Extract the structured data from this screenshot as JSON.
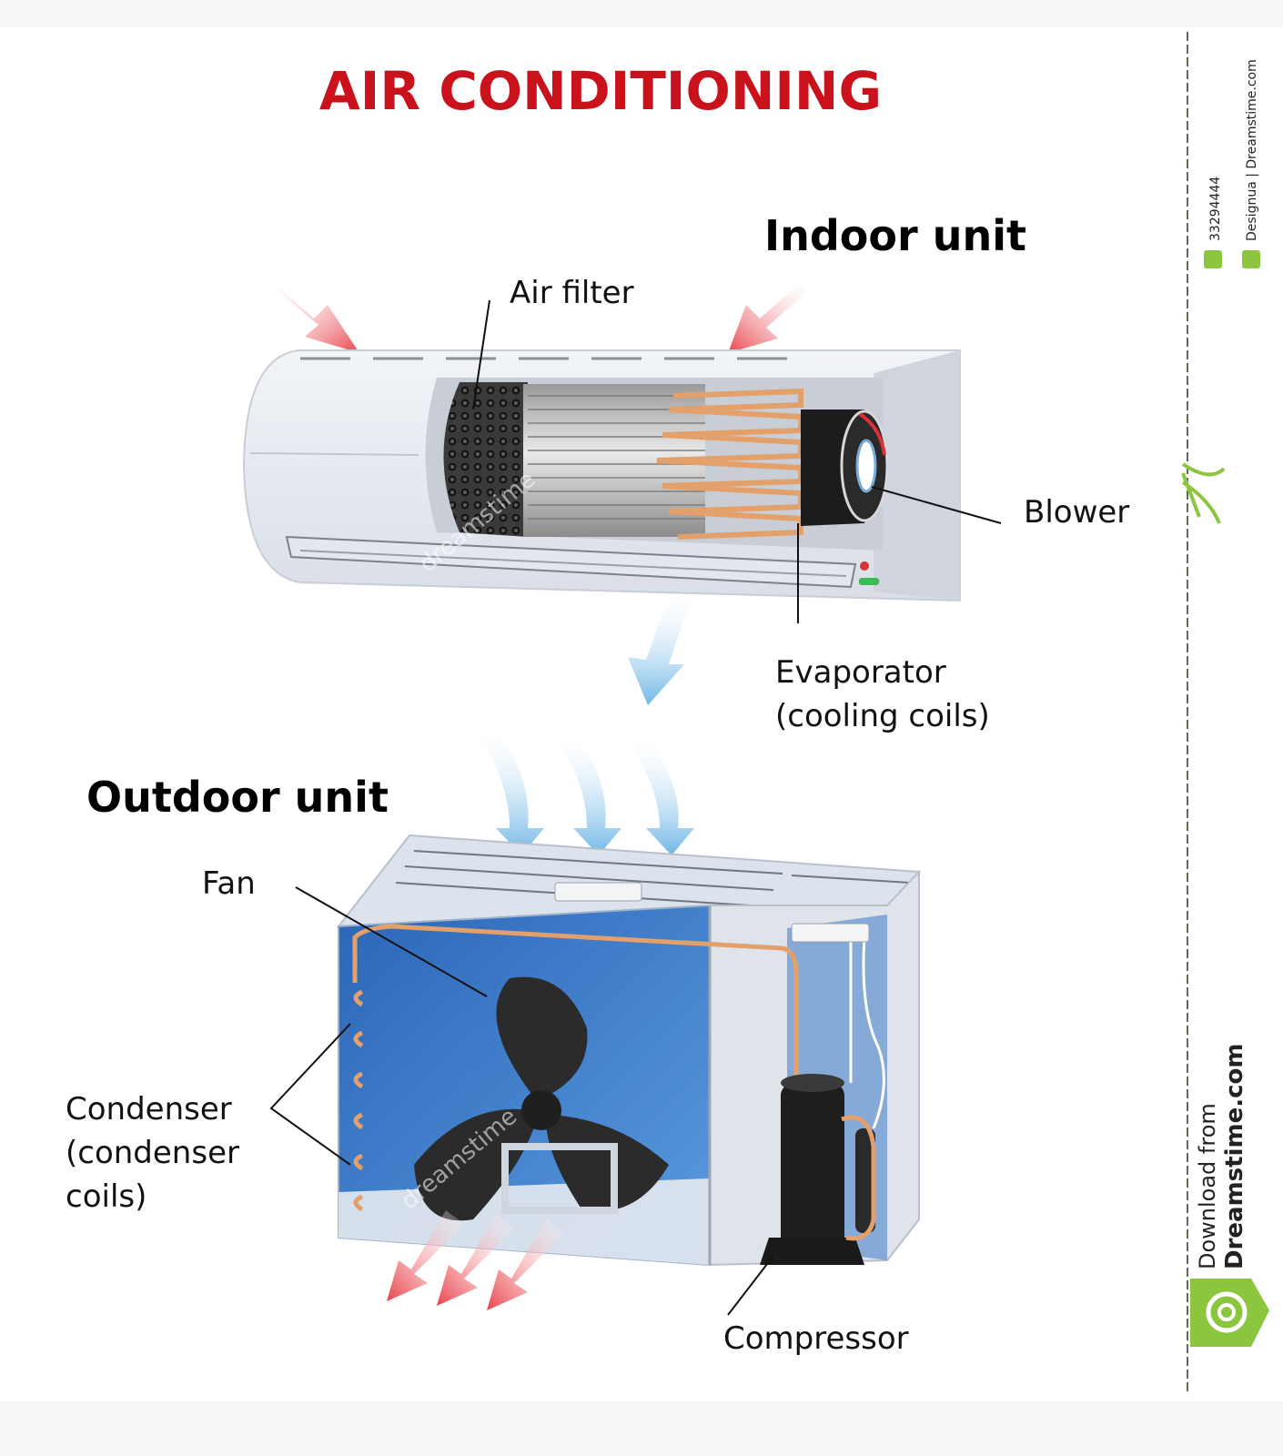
{
  "title": "AIR CONDITIONING",
  "sections": {
    "indoor": "Indoor unit",
    "outdoor": "Outdoor unit"
  },
  "labels": {
    "air_filter": "Air filter",
    "blower": "Blower",
    "evaporator_line1": "Evaporator",
    "evaporator_line2": "(cooling coils)",
    "fan": "Fan",
    "condenser_line1": "Condenser",
    "condenser_line2": "(condenser",
    "condenser_line3": "coils)",
    "compressor": "Compressor"
  },
  "watermark": {
    "download_line1": "Download from",
    "download_line2": "Dreamstime.com",
    "brand_text": "dreamstime",
    "id_text": "33294444",
    "credit_text": "Designua | Dreamstime.com"
  },
  "colors": {
    "title_red": "#c9121b",
    "warm_air_arrow": "#e8434b",
    "cool_air_arrow": "#7ec0ea",
    "copper_coil": "#e3a06a",
    "panel_blue": "#2f74c4",
    "watermark_green": "#8cc63f"
  }
}
